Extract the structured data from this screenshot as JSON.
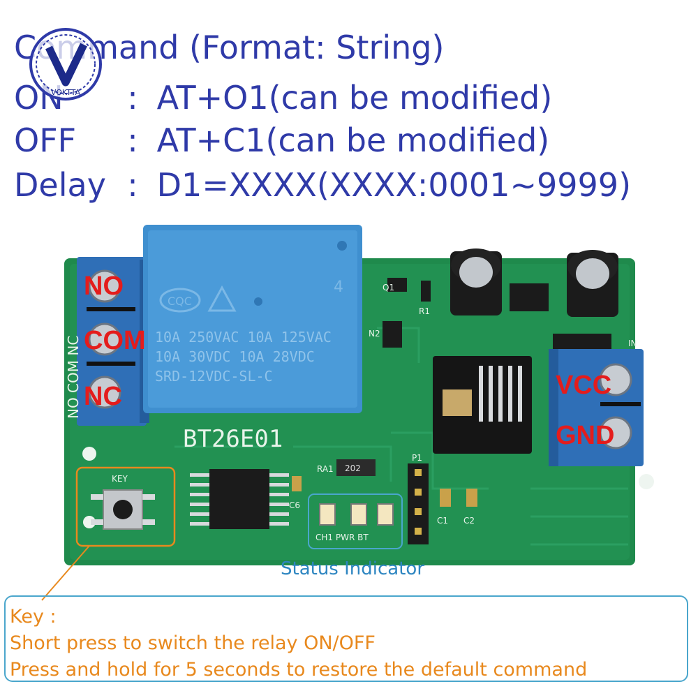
{
  "commands": {
    "header": "Command (Format: String)",
    "on": {
      "label": "ON",
      "sep": ":",
      "value": "AT+O1(can be modified)"
    },
    "off": {
      "label": "OFF",
      "sep": ":",
      "value": "AT+C1(can be modified)"
    },
    "delay": {
      "label": "Delay",
      "sep": ":",
      "value": "D1=XXXX(XXXX:0001~9999)"
    }
  },
  "logo": {
    "text": "VOKTTA"
  },
  "board": {
    "model": "BT26E01",
    "terminals": {
      "no": "NO",
      "com": "COM",
      "nc": "NC",
      "vcc": "VCC",
      "gnd": "GND"
    },
    "relay": {
      "rating1": "10A 250VAC  10A 125VAC",
      "rating2": "10A  30VDC  10A  28VDC",
      "model": "SRD-12VDC-SL-C",
      "number": "4"
    },
    "silkscreen": {
      "side_label": "NO COM NC",
      "key": "KEY",
      "ra1": "RA1",
      "ra_code": "202",
      "c6": "C6",
      "c1": "C1",
      "c2": "C2",
      "p1": "P1",
      "r1": "R1",
      "q1": "Q1",
      "n2": "N2",
      "in": "IN",
      "led_labels": "CH1 PWR BT"
    }
  },
  "annotations": {
    "status_indicator": "Status Indicator",
    "key_box": {
      "title": "Key :",
      "line1": "Short press to switch the relay ON/OFF",
      "line2": "Press and hold for 5 seconds to restore the default command"
    }
  },
  "colors": {
    "command_text": "#2f3aa8",
    "pcb": "#1f8a4c",
    "relay": "#3f8fcf",
    "terminal_block": "#2f6fb7",
    "terminal_labels": "#e41c1c",
    "key_highlight": "#e8891e",
    "status_highlight": "#4aa6cc"
  }
}
